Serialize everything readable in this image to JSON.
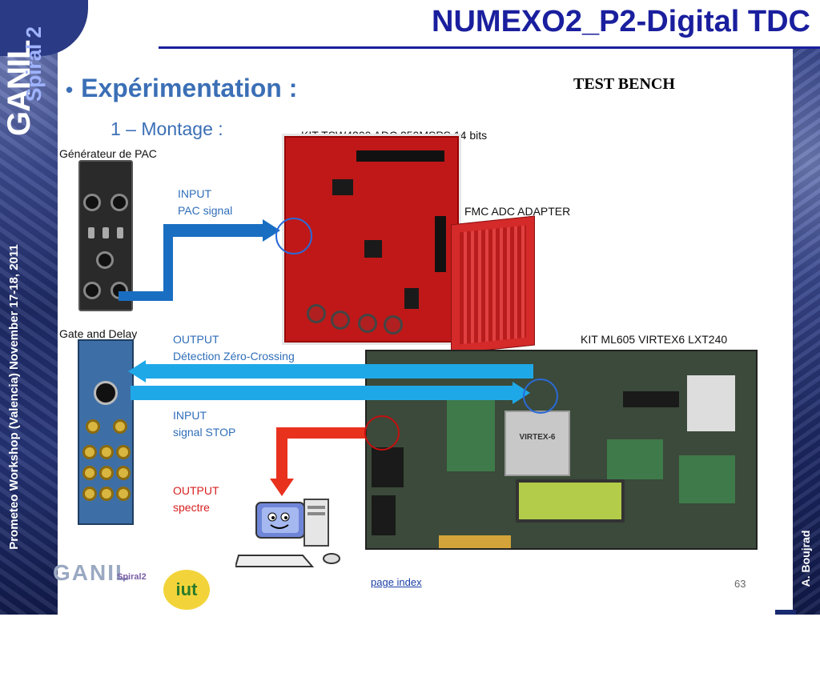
{
  "branding": {
    "ganil": "GANIL",
    "spiral": "Spiral 2",
    "workshop": "Prometeo Workshop (Valencia) November 17-18, 2011",
    "author": "A. Boujrad"
  },
  "slide": {
    "title": "NUMEXO2_P2-Digital TDC",
    "bullet": "Expérimentation :",
    "sub": "1 – Montage :",
    "testbench": "TEST BENCH"
  },
  "labels": {
    "pac_generator": "Générateur de PAC",
    "gate_delay": "Gate and Delay",
    "adc_kit": "KIT TSW4200  ADC 250MSPS 14 bits",
    "fmc_adapter": "FMC ADC ADAPTER",
    "ml605_kit": "KIT ML605  VIRTEX6 LXT240",
    "input_pac_line1": "INPUT",
    "input_pac_line2": "PAC signal",
    "output_zc_line1": "OUTPUT",
    "output_zc_line2": "Détection Zéro-Crossing",
    "input_stop_line1": "INPUT",
    "input_stop_line2": "signal STOP",
    "output_spectre_line1": "OUTPUT",
    "output_spectre_line2": "spectre"
  },
  "fpga_marking": "VIRTEX-6",
  "footer": {
    "page_index": "page index",
    "page_number": "63",
    "ganil_logo": "GANIL",
    "spiral2_logo": "Spiral2",
    "iut_logo": "iut"
  },
  "colors": {
    "title_blue": "#1a1f9e",
    "heading_blue": "#3b6fb6",
    "arrow_blue_dark": "#1a6ec2",
    "arrow_blue_light": "#1fa8e8",
    "arrow_red": "#e8321e",
    "circle_blue": "#2a6ad8",
    "circle_red": "#c41010"
  }
}
